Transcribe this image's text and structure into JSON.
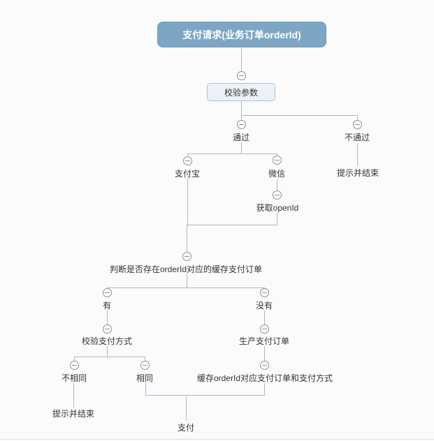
{
  "colors": {
    "background": "#fbfbfb",
    "root_fill": "#7da6c5",
    "root_text": "#ffffff",
    "box_fill": "#edf1f6",
    "box_border": "#a6c4da",
    "connector": "#a3bccf",
    "collapse_icon": "#8e8e8e",
    "topic_text": "#333333"
  },
  "mindmap": {
    "root": {
      "id": "payment-request",
      "label": "支付请求(业务订单orderId)"
    },
    "nodes": [
      {
        "id": "validate-params",
        "label": "校验参数"
      },
      {
        "id": "pass",
        "label": "通过"
      },
      {
        "id": "fail",
        "label": "不通过"
      },
      {
        "id": "prompt-end-fail",
        "label": "提示并结束"
      },
      {
        "id": "alipay",
        "label": "支付宝"
      },
      {
        "id": "wechat",
        "label": "微信"
      },
      {
        "id": "get-openid",
        "label": "获取openId"
      },
      {
        "id": "check-cached-order",
        "label": "判断是否存在orderId对应的缓存支付订单"
      },
      {
        "id": "has",
        "label": "有"
      },
      {
        "id": "has-not",
        "label": "没有"
      },
      {
        "id": "verify-pay-method",
        "label": "校验支付方式"
      },
      {
        "id": "create-pay-order",
        "label": "生产支付订单"
      },
      {
        "id": "not-same",
        "label": "不相同"
      },
      {
        "id": "same",
        "label": "相同"
      },
      {
        "id": "cache-order",
        "label": "缓存orderId对应支付订单和支付方式"
      },
      {
        "id": "prompt-end-not-same",
        "label": "提示并结束"
      },
      {
        "id": "pay",
        "label": "支付"
      }
    ],
    "edges": [
      [
        "payment-request",
        "validate-params"
      ],
      [
        "validate-params",
        "pass"
      ],
      [
        "validate-params",
        "fail"
      ],
      [
        "pass",
        "alipay"
      ],
      [
        "pass",
        "wechat"
      ],
      [
        "fail",
        "prompt-end-fail"
      ],
      [
        "wechat",
        "get-openid"
      ],
      [
        "alipay",
        "check-cached-order"
      ],
      [
        "get-openid",
        "check-cached-order"
      ],
      [
        "check-cached-order",
        "has"
      ],
      [
        "check-cached-order",
        "has-not"
      ],
      [
        "has",
        "verify-pay-method"
      ],
      [
        "verify-pay-method",
        "not-same"
      ],
      [
        "verify-pay-method",
        "same"
      ],
      [
        "not-same",
        "prompt-end-not-same"
      ],
      [
        "has-not",
        "create-pay-order"
      ],
      [
        "create-pay-order",
        "cache-order"
      ],
      [
        "same",
        "pay"
      ],
      [
        "cache-order",
        "pay"
      ]
    ]
  }
}
